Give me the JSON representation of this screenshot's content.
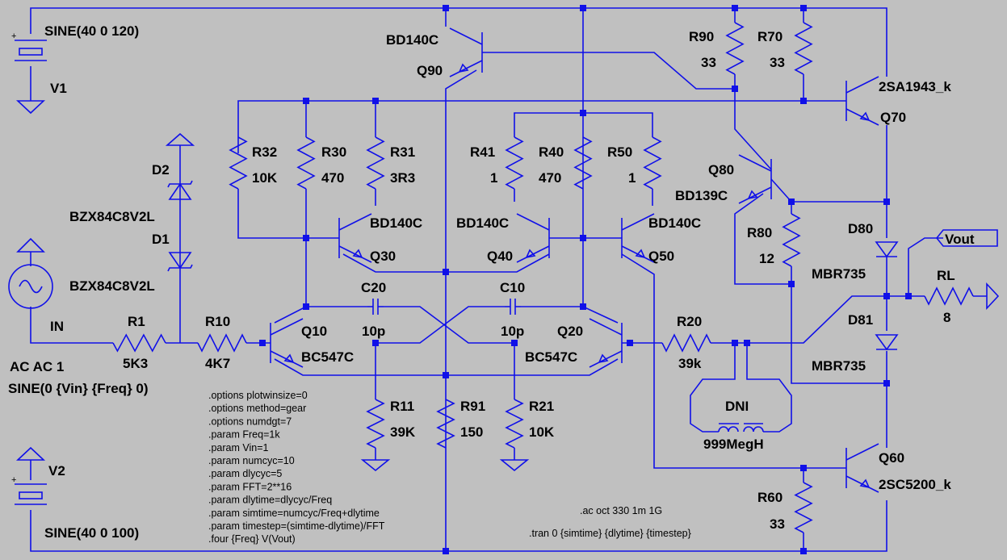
{
  "sources": {
    "v1": {
      "name": "V1",
      "value": "SINE(40 0 120)"
    },
    "v2": {
      "name": "V2",
      "value": "SINE(40 0 100)"
    },
    "in": {
      "name": "IN",
      "ac": "AC AC 1",
      "value": "SINE(0 {Vin} {Freq} 0)"
    }
  },
  "transistors": {
    "q90": {
      "name": "Q90",
      "model": "BD140C"
    },
    "q30": {
      "name": "Q30",
      "model": "BD140C"
    },
    "q40": {
      "name": "Q40",
      "model": "BD140C"
    },
    "q50": {
      "name": "Q50",
      "model": "BD140C"
    },
    "q80": {
      "name": "Q80",
      "model": "BD139C"
    },
    "q10": {
      "name": "Q10",
      "model": "BC547C"
    },
    "q20": {
      "name": "Q20",
      "model": "BC547C"
    },
    "q70": {
      "name": "Q70",
      "model": "2SA1943_k"
    },
    "q60": {
      "name": "Q60",
      "model": "2SC5200_k"
    }
  },
  "resistors": {
    "r90": {
      "name": "R90",
      "value": "33"
    },
    "r70": {
      "name": "R70",
      "value": "33"
    },
    "r32": {
      "name": "R32",
      "value": "10K"
    },
    "r30": {
      "name": "R30",
      "value": "470"
    },
    "r31": {
      "name": "R31",
      "value": "3R3"
    },
    "r41": {
      "name": "R41",
      "value": "1"
    },
    "r40": {
      "name": "R40",
      "value": "470"
    },
    "r50": {
      "name": "R50",
      "value": "1"
    },
    "r80": {
      "name": "R80",
      "value": "12"
    },
    "r1": {
      "name": "R1",
      "value": "5K3"
    },
    "r10": {
      "name": "R10",
      "value": "4K7"
    },
    "r20": {
      "name": "R20",
      "value": "39k"
    },
    "r11": {
      "name": "R11",
      "value": "39K"
    },
    "r91": {
      "name": "R91",
      "value": "150"
    },
    "r21": {
      "name": "R21",
      "value": "10K"
    },
    "r60": {
      "name": "R60",
      "value": "33"
    },
    "rl": {
      "name": "RL",
      "value": "8"
    }
  },
  "capacitors": {
    "c20": {
      "name": "C20",
      "value": "10p"
    },
    "c10": {
      "name": "C10",
      "value": "10p"
    }
  },
  "diodes": {
    "d2": {
      "name": "D2",
      "model": "BZX84C8V2L"
    },
    "d1": {
      "name": "D1",
      "model": "BZX84C8V2L"
    },
    "d80": {
      "name": "D80",
      "model": "MBR735"
    },
    "d81": {
      "name": "D81",
      "model": "MBR735"
    }
  },
  "inductor": {
    "name": "DNI",
    "value": "999MegH"
  },
  "netlabel": {
    "vout": "Vout"
  },
  "directives": [
    ".options plotwinsize=0",
    ".options method=gear",
    ".options numdgt=7",
    ".param Freq=1k",
    ".param Vin=1",
    ".param numcyc=10",
    ".param dlycyc=5",
    ".param FFT=2**16",
    ".param dlytime=dlycyc/Freq",
    ".param simtime=numcyc/Freq+dlytime",
    ".param timestep=(simtime-dlytime)/FFT",
    ".four {Freq}  V(Vout)"
  ],
  "analysis": {
    "ac": ".ac oct 330 1m 1G",
    "tran": ".tran 0 {simtime} {dlytime} {timestep}"
  },
  "colors": {
    "wire": "#1010e8",
    "component": "#000000",
    "background": "#c0c0c0"
  }
}
